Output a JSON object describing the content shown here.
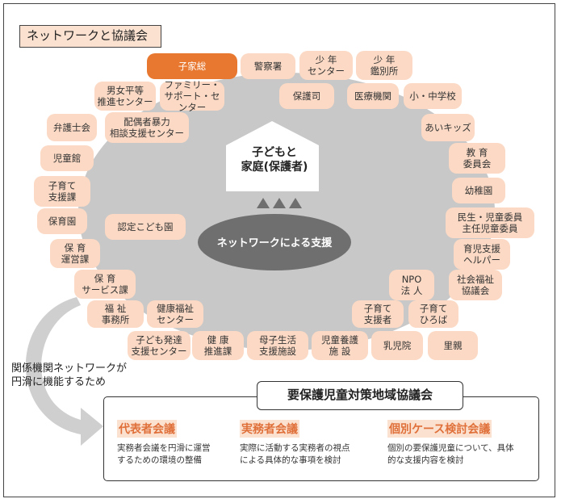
{
  "title": "ネットワークと協議会",
  "colors": {
    "accent": "#e8782f",
    "node": "#fbd9c4",
    "network_area": "#c8c8c8",
    "network_core": "#6f6f6f",
    "meeting_heading": "#e0703a"
  },
  "nodes": [
    {
      "label": "子家総",
      "accent": true
    },
    {
      "label": "警察署"
    },
    {
      "label": "少 年\nセンター"
    },
    {
      "label": "少 年\n鑑別所"
    },
    {
      "label": "男女平等\n推進センター"
    },
    {
      "label": "ファミリー・\nサポート・センター"
    },
    {
      "label": "保護司"
    },
    {
      "label": "医療機関"
    },
    {
      "label": "小・中学校"
    },
    {
      "label": "弁護士会"
    },
    {
      "label": "配偶者暴力\n相談支援センター"
    },
    {
      "label": "あいキッズ"
    },
    {
      "label": "児童館"
    },
    {
      "label": "教 育\n委員会"
    },
    {
      "label": "子育て\n支援課"
    },
    {
      "label": "幼稚園"
    },
    {
      "label": "保育園"
    },
    {
      "label": "認定こども園"
    },
    {
      "label": "民生・児童委員\n主任児童委員"
    },
    {
      "label": "保 育\n運営課"
    },
    {
      "label": "育児支援\nヘルパー"
    },
    {
      "label": "保 育\nサービス課"
    },
    {
      "label": "NPO\n法 人"
    },
    {
      "label": "社会福祉\n協議会"
    },
    {
      "label": "福 祉\n事務所"
    },
    {
      "label": "健康福祉\nセンター"
    },
    {
      "label": "子育て\n支援者"
    },
    {
      "label": "子育て\nひろば"
    },
    {
      "label": "子ども発達\n支援センター"
    },
    {
      "label": "健 康\n推進課"
    },
    {
      "label": "母子生活\n支援施設"
    },
    {
      "label": "児童養護\n施 設"
    },
    {
      "label": "乳児院"
    },
    {
      "label": "里親"
    }
  ],
  "center": {
    "house": "子どもと\n家庭(保護者)",
    "network": "ネットワークによる支援"
  },
  "flow_text": "関係機関ネットワークが\n円滑に機能するため",
  "council": {
    "title": "要保護児童対策地域協議会",
    "meetings": [
      {
        "heading": "代表者会議",
        "desc": "実務者会議を円滑に運営\nするための環境の整備"
      },
      {
        "heading": "実務者会議",
        "desc": "実際に活動する実務者の視点\nによる具体的な事項を検討"
      },
      {
        "heading": "個別ケース検討会議",
        "desc": "個別の要保護児童について、具体\n的な支援内容を検討"
      }
    ]
  }
}
